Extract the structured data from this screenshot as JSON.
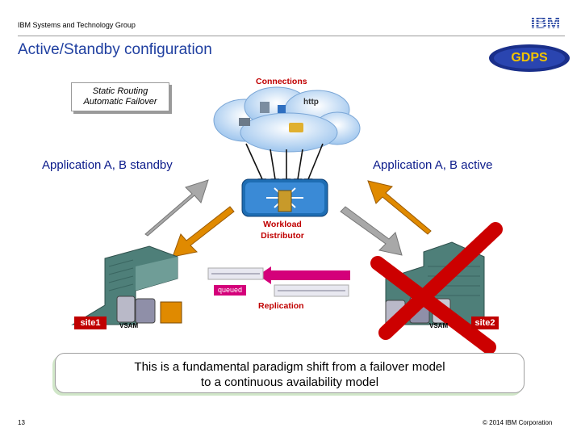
{
  "header": {
    "org": "IBM Systems and Technology Group",
    "logo_text": "IBM",
    "title": "Active/Standby configuration",
    "gdps_logo_text": "GDPS"
  },
  "labels": {
    "routing_line1": "Static Routing",
    "routing_line2": "Automatic Failover",
    "connections": "Connections",
    "http": "http",
    "app_standby": "Application A, B standby",
    "app_active": "Application A, B active",
    "workload_line1": "Workload",
    "workload_line2": "Distributor",
    "queued": "queued",
    "replication": "Replication",
    "site1": "site1",
    "site2": "site2",
    "vsam": "VSAM"
  },
  "message": {
    "line1": "This is a fundamental paradigm shift from a failover model",
    "line2": "to a continuous availability model"
  },
  "footer": {
    "page_number": "13",
    "copyright": "© 2014 IBM Corporation"
  },
  "colors": {
    "title_blue": "#1f3fa0",
    "label_red": "#c00000",
    "arrow_orange": "#e08a00",
    "arrow_gray": "#a8a8a8",
    "building_teal": "#4e7f79",
    "queued_magenta": "#d4007a",
    "failure_red": "#cc0000"
  }
}
